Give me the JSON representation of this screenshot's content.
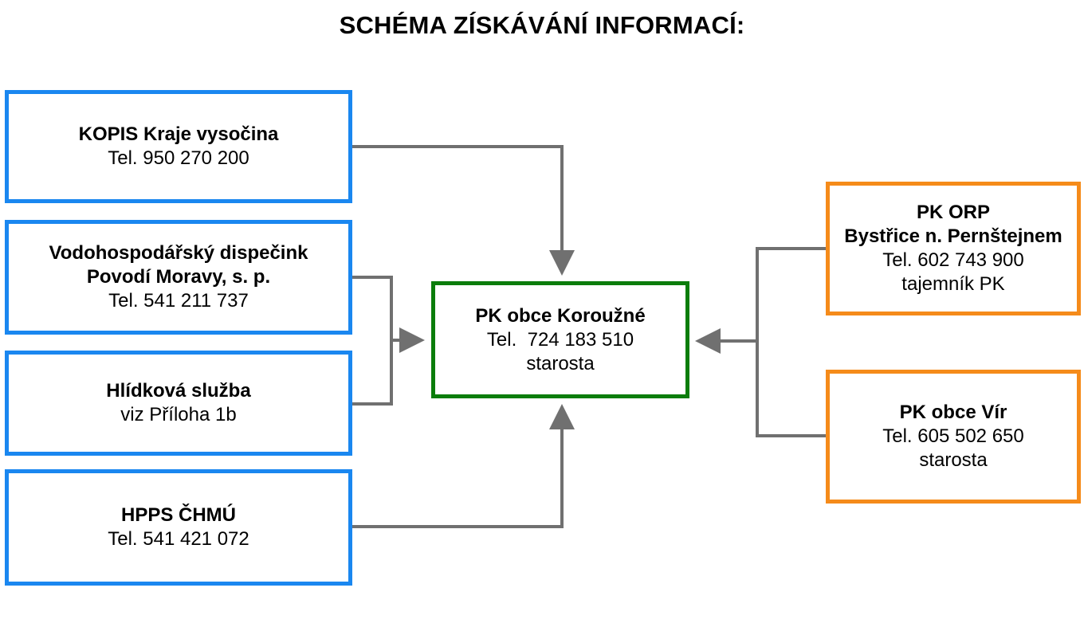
{
  "title": "SCHÉMA ZÍSKÁVÁNÍ INFORMACÍ:",
  "colors": {
    "source_border": "#1a87f0",
    "center_border": "#0b7d0b",
    "right_border": "#f58b1a",
    "connector": "#707070"
  },
  "sources": [
    {
      "name": "KOPIS Kraje vysočina",
      "phone": "Tel. 950 270 200"
    },
    {
      "name_line1": "Vodohospodářský dispečink",
      "name_line2": "Povodí Moravy, s. p.",
      "phone": "Tel. 541 211 737"
    },
    {
      "name": "Hlídková služba",
      "note": "viz Příloha 1b"
    },
    {
      "name": "HPPS ČHMÚ",
      "phone": "Tel. 541 421 072"
    }
  ],
  "center": {
    "name": "PK obce Koroužné",
    "phone": "Tel.  724 183 510",
    "role": "starosta"
  },
  "right": [
    {
      "name_line1": "PK ORP",
      "name_line2": "Bystřice n. Pernštejnem",
      "phone": "Tel. 602 743 900",
      "role": "tajemník PK"
    },
    {
      "name": "PK obce Vír",
      "phone": "Tel. 605 502 650",
      "role": "starosta"
    }
  ]
}
